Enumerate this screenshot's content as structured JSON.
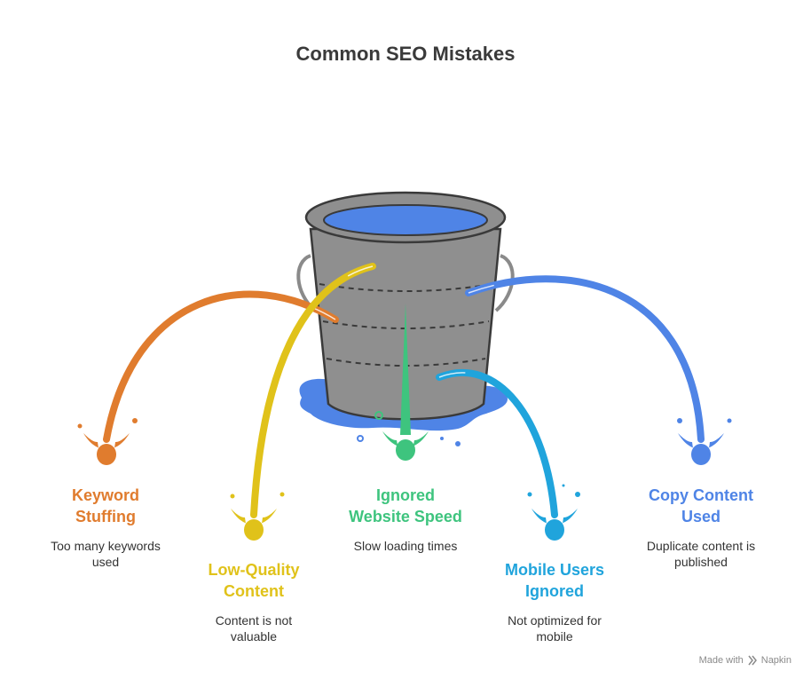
{
  "title": "Common SEO Mistakes",
  "colors": {
    "keyword": "#E07C2E",
    "low_quality": "#E0C21A",
    "speed": "#3EC47E",
    "mobile": "#20A4DC",
    "copy": "#4F84E6",
    "bucket": "#8E8E8E",
    "water": "#4F84E6"
  },
  "mistakes": [
    {
      "label_line1": "Keyword",
      "label_line2": "Stuffing",
      "desc_line1": "Too many keywords",
      "desc_line2": "used"
    },
    {
      "label_line1": "Low-Quality",
      "label_line2": "Content",
      "desc_line1": "Content is not",
      "desc_line2": "valuable"
    },
    {
      "label_line1": "Ignored",
      "label_line2": "Website Speed",
      "desc_line1": "Slow loading times",
      "desc_line2": ""
    },
    {
      "label_line1": "Mobile Users",
      "label_line2": "Ignored",
      "desc_line1": "Not optimized for",
      "desc_line2": "mobile"
    },
    {
      "label_line1": "Copy Content",
      "label_line2": "Used",
      "desc_line1": "Duplicate content is",
      "desc_line2": "published"
    }
  ],
  "footer": {
    "made_with": "Made with",
    "brand": "Napkin"
  },
  "icons": {
    "bucket": "bucket-icon",
    "splash": "splash-icon",
    "brand": "napkin-logo-icon"
  }
}
